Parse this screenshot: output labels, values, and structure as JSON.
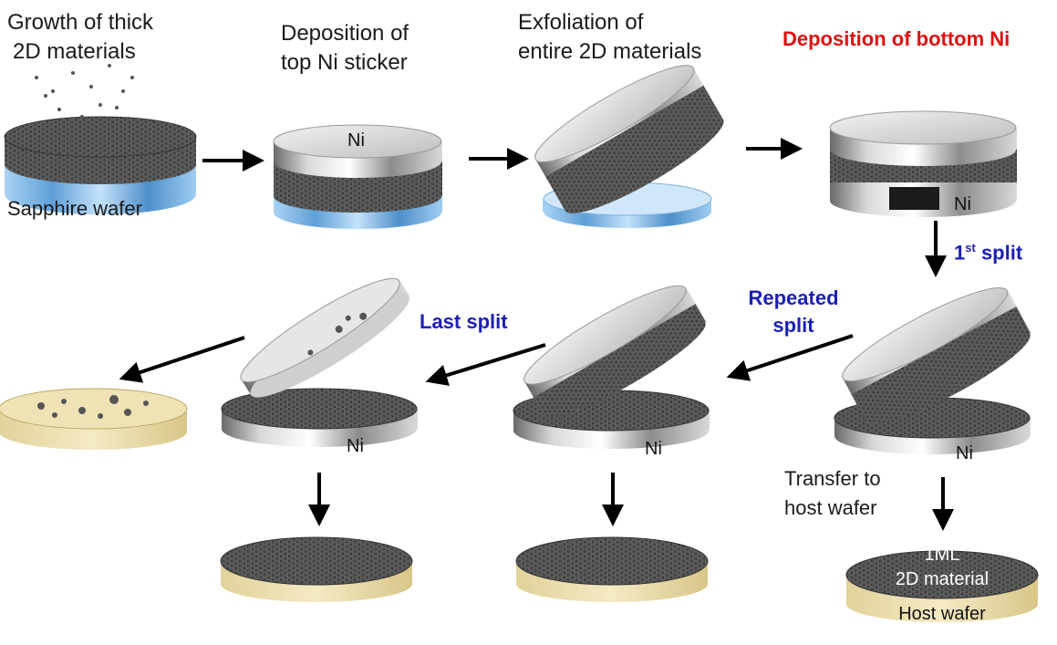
{
  "steps": {
    "growth_line1": "Growth of thick",
    "growth_line2": "2D materials",
    "sapphire": "Sapphire wafer",
    "deposition_top_line1": "Deposition of",
    "deposition_top_line2": "top Ni sticker",
    "exfoliation_line1": "Exfoliation of",
    "exfoliation_line2": "entire 2D materials",
    "deposition_bottom": "Deposition of bottom Ni",
    "first_split_num": "1",
    "first_split_sup": "st",
    "first_split_word": "split",
    "repeated_line1": "Repeated",
    "repeated_line2": "split",
    "last_split": "Last split",
    "transfer_line1": "Transfer to",
    "transfer_line2": "host wafer",
    "monolayer_line1": "1ML",
    "monolayer_line2": "2D material",
    "host_wafer": "Host wafer",
    "ni": "Ni"
  },
  "colors": {
    "accent_red": "#e01010",
    "accent_blue": "#1c1fb6",
    "sapphire": "#8cc3ef",
    "host_wafer": "#eadca8",
    "nickel": "#d6d6d6",
    "graphene": "#4a4a4a"
  }
}
